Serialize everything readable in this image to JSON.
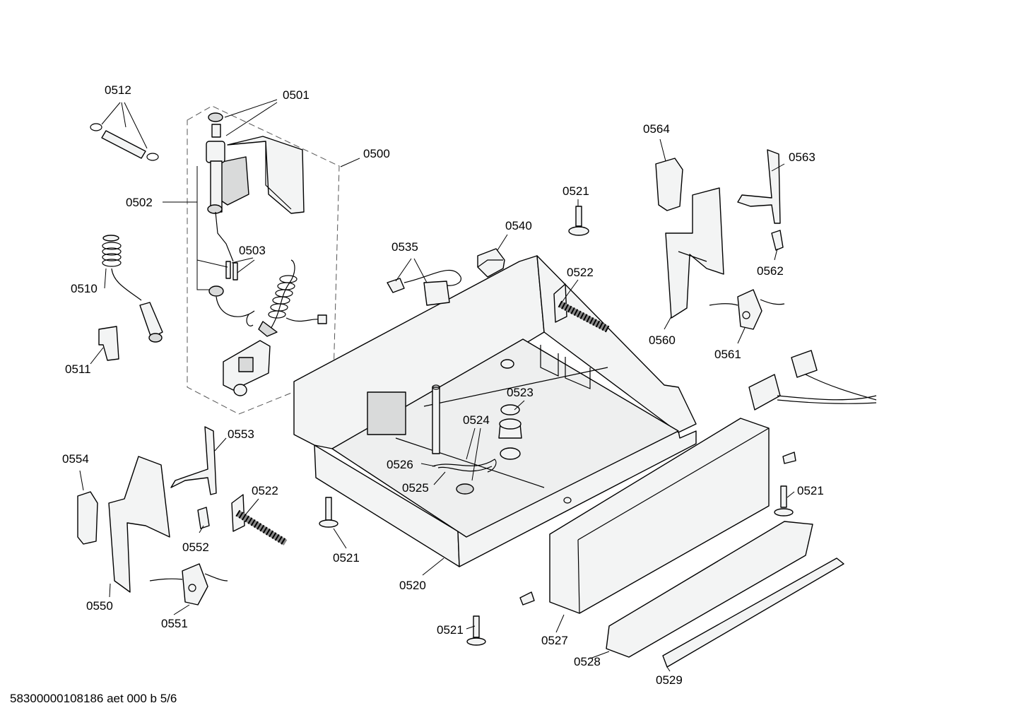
{
  "labels": {
    "l0512": "0512",
    "l0501": "0501",
    "l0500": "0500",
    "l0502": "0502",
    "l0503": "0503",
    "l0510": "0510",
    "l0511": "0511",
    "l0564": "0564",
    "l0563": "0563",
    "l0562": "0562",
    "l0560": "0560",
    "l0561": "0561",
    "l0521_a": "0521",
    "l0540": "0540",
    "l0535": "0535",
    "l0522_a": "0522",
    "l0523": "0523",
    "l0524": "0524",
    "l0526": "0526",
    "l0525": "0525",
    "l0554": "0554",
    "l0553": "0553",
    "l0522_b": "0522",
    "l0552": "0552",
    "l0550": "0550",
    "l0551": "0551",
    "l0521_b": "0521",
    "l0520": "0520",
    "l0521_c": "0521",
    "l0521_d": "0521",
    "l0527": "0527",
    "l0528": "0528",
    "l0529": "0529"
  },
  "footer": {
    "code": "58300000108186 aet 000 b 5/6"
  }
}
